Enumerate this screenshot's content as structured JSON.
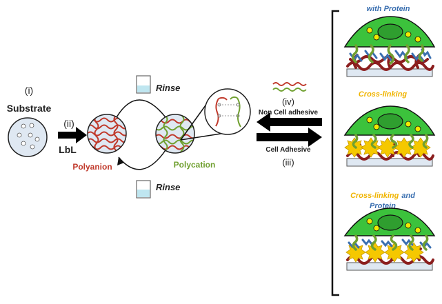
{
  "steps": {
    "i": "(i)",
    "ii": "(ii)",
    "iii": "(iii)",
    "iv": "(iv)"
  },
  "labels": {
    "substrate": "Substrate",
    "lbl": "LbL",
    "polyanion": "Polyanion",
    "polycation": "Polycation",
    "rinse_top": "Rinse",
    "rinse_bottom": "Rinse",
    "non_cell_adhesive": "Non Cell adhesive",
    "cell_adhesive": "Cell Adhesive"
  },
  "panels": {
    "with_protein": "with Protein",
    "cross_linking": "Cross-linking",
    "cross_linking_and": "Cross-linking",
    "and_word": "and",
    "protein": "Protein"
  },
  "colors": {
    "polyanion": "#c0392b",
    "polycation": "#70a030",
    "protein_label": "#3a6fb0",
    "crosslink_label": "#f0b400",
    "cell": "#3cc23c",
    "nucleus": "#2f9e2f",
    "granule": "#f2ea00",
    "substrate": "#dfe8f2"
  }
}
